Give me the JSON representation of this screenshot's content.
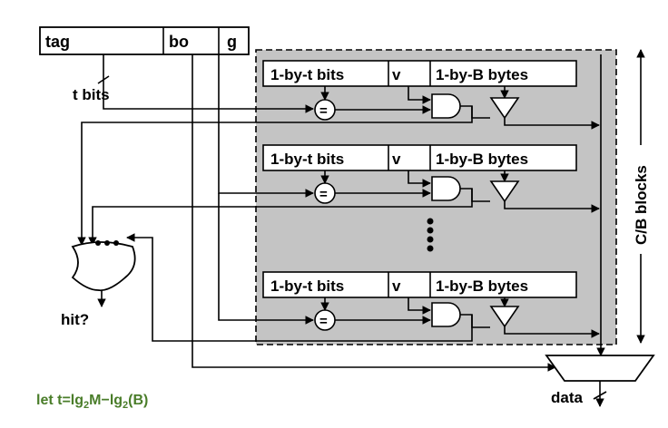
{
  "address": {
    "fields": [
      "tag",
      "bo",
      "g"
    ],
    "tbits_label": "t bits"
  },
  "rows": [
    {
      "tag": "1-by-t bits",
      "valid": "v",
      "data": "1-by-B bytes"
    },
    {
      "tag": "1-by-t bits",
      "valid": "v",
      "data": "1-by-B bytes"
    },
    {
      "tag": "1-by-t bits",
      "valid": "v",
      "data": "1-by-B bytes"
    }
  ],
  "symbols": {
    "equals": "="
  },
  "diagram": {
    "blocks_label": "C/B blocks",
    "hit_label": "hit?",
    "data_label": "data"
  },
  "formula": {
    "prefix": "let t=",
    "lg": "lg",
    "sub": "2",
    "m_minus_lg": "M−lg",
    "suffix": "(B)"
  },
  "colors": {
    "region_fill": "#c4c4c4",
    "formula": "#4a7d2a"
  }
}
